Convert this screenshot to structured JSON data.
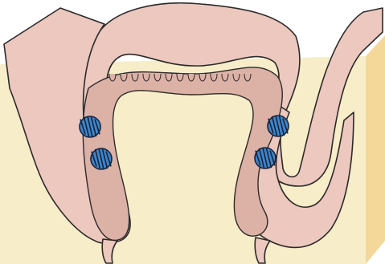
{
  "diagram": {
    "labels": [],
    "colors": {
      "background": "#ffffff",
      "block_front": "#f7edc8",
      "block_side": "#f3d89a",
      "tissue": "#ecc8bf",
      "tissue_dark": "#dcb1a6",
      "outline": "#2c2a2a",
      "lumen": "#fbf7ea",
      "ball": "#3f86c8",
      "ball_stripe": "#16243f"
    },
    "elements": [
      "tissue-block",
      "u-shaped-tissue-fold",
      "left-wall",
      "right-wall",
      "villi",
      "blue-spheres"
    ],
    "sphere_count": 4
  }
}
